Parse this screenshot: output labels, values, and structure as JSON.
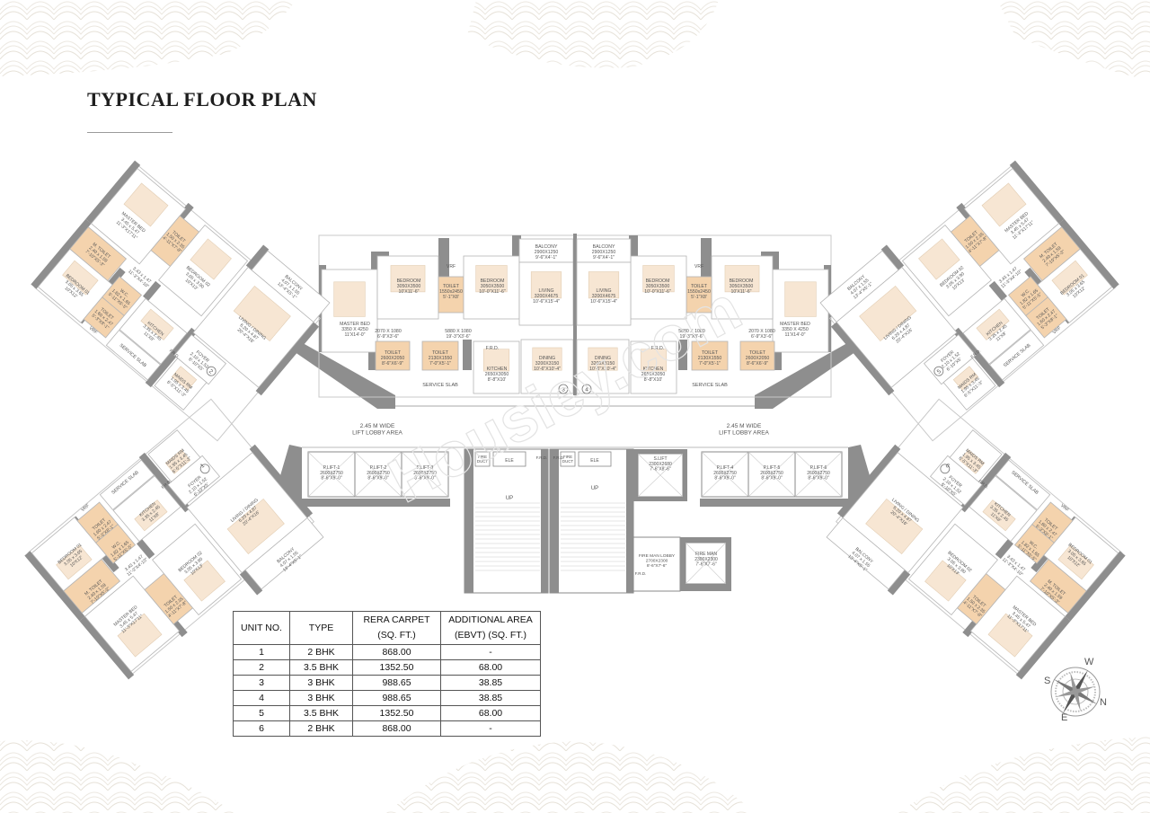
{
  "title": "TYPICAL FLOOR PLAN",
  "watermark": "Housiey.com",
  "colors": {
    "wall": "#8e8e8e",
    "wet_area": "#f4d3ad",
    "furniture": "#f7e6d3",
    "pattern": "#e6e1d8"
  },
  "lobby_labels": [
    {
      "line1": "2.45 M WIDE",
      "line2": "LIFT LOBBY AREA"
    },
    {
      "line1": "2.45 M WIDE",
      "line2": "LIFT LOBBY AREA"
    }
  ],
  "central_units": [
    {
      "number": "3",
      "rooms": [
        {
          "label": "MASTER BED",
          "dims": [
            "3350 X 4250",
            "11'X14'-0\""
          ]
        },
        {
          "label": "BEDROOM",
          "dims": [
            "3050X3500",
            "10'X11'-6\""
          ]
        },
        {
          "label": "TOILET",
          "dims": [
            "1550x2450",
            "5'-1\"X8'"
          ]
        },
        {
          "label": "BEDROOM",
          "dims": [
            "3050X3500",
            "10'-0\"X11'-6\""
          ]
        },
        {
          "label": "BALCONY",
          "dims": [
            "2900X1250",
            "9'-6\"X4'-1\""
          ]
        },
        {
          "label": "LIVING",
          "dims": [
            "3200X4675",
            "10'-6\"X15'-4\""
          ]
        },
        {
          "label": "TOILET",
          "dims": [
            "2600X2050",
            "8'-6\"X6'-9\""
          ]
        },
        {
          "label": "TOILET",
          "dims": [
            "2130X1550",
            "7'-0\"X5'-1\""
          ]
        },
        {
          "label": "KITCHEN",
          "dims": [
            "2650X3050",
            "8'-8\"X10'"
          ]
        },
        {
          "label": "DINING",
          "dims": [
            "3200X3150",
            "10'-6\"X10'-4\""
          ]
        }
      ],
      "passages": [
        {
          "dims": [
            "2070 X 1080",
            "6'-9\"X3'-6\""
          ]
        },
        {
          "dims": [
            "5880 X 1080",
            "19'-3\"X3'-6\""
          ]
        }
      ],
      "service_slab": "SERVICE SLAB",
      "frd": "F.R.D.",
      "vrf": "VRF"
    },
    {
      "number": "4",
      "rooms": [
        {
          "label": "MASTER BED",
          "dims": [
            "3350 X 4250",
            "11'X14'-0\""
          ]
        },
        {
          "label": "BEDROOM",
          "dims": [
            "3050X3500",
            "10'X11'-6\""
          ]
        },
        {
          "label": "TOILET",
          "dims": [
            "1550x2450",
            "5'-1\"X8'"
          ]
        },
        {
          "label": "BEDROOM",
          "dims": [
            "3050X3500",
            "10'-0\"X11'-6\""
          ]
        },
        {
          "label": "BALCONY",
          "dims": [
            "2900X1250",
            "9'-6\"X4'-1\""
          ]
        },
        {
          "label": "LIVING",
          "dims": [
            "3200X4675",
            "10'-6\"X15'-4\""
          ]
        },
        {
          "label": "TOILET",
          "dims": [
            "2600X2050",
            "8'-6\"X6'-9\""
          ]
        },
        {
          "label": "TOILET",
          "dims": [
            "2130X1550",
            "7'-0\"X5'-1\""
          ]
        },
        {
          "label": "KITCHEN",
          "dims": [
            "2650X3050",
            "8'-8\"X10'"
          ]
        },
        {
          "label": "DINING",
          "dims": [
            "3200X3150",
            "10'-6\"X10'-4\""
          ]
        }
      ],
      "passages": [
        {
          "dims": [
            "2070 X 1080",
            "6'-9\"X3'-6\""
          ]
        },
        {
          "dims": [
            "5880 X 1080",
            "19'-3\"X3'-6\""
          ]
        }
      ],
      "service_slab": "SERVICE SLAB",
      "frd": "F.R.D.",
      "vrf": "VRF"
    }
  ],
  "wing_units": [
    {
      "number": "2",
      "rooms": [
        {
          "label": "MASTER BED",
          "dims": [
            "3.45 x 5.47",
            "11'-3\"X17'11\""
          ]
        },
        {
          "label": "TOILET",
          "dims": [
            "1.50 x 2.35",
            "4'-11\"X7'-8\""
          ]
        },
        {
          "label": "BEDROOM 02",
          "dims": [
            "3.05 x 3.90",
            "10'X13'"
          ]
        },
        {
          "label": "BALCONY",
          "dims": [
            "4.07 x 1.55",
            "13'-4\"X5'-1\""
          ]
        },
        {
          "label": "LIVING / DINING",
          "dims": [
            "6.20 x 4.87",
            "20'-4\"X16'"
          ]
        },
        {
          "label": "M. TOILET",
          "dims": [
            "2.40 x 1.59",
            "7'-10\"X5'-3\""
          ]
        },
        {
          "label": "BEDROOM 01",
          "dims": [
            "3.05 x 3.65",
            "10'X12'"
          ]
        },
        {
          "label": "W.C.",
          "dims": [
            "1.82 x 1.65",
            "5'-11\"X5'-5\""
          ]
        },
        {
          "label": "TOILET",
          "dims": [
            "1.60 x 2.47",
            "5'-3\"X8'-1\""
          ]
        },
        {
          "label": "KITCHEN",
          "dims": [
            "3.35 x 2.45",
            "11'X8'"
          ]
        },
        {
          "label": "FOYER",
          "dims": [
            "2.10 x 1.52",
            "6'-10\"X5'"
          ]
        },
        {
          "label": "MAIDS RM",
          "dims": [
            "1.95 x 3.45",
            "6'-5\"X11'-3\""
          ]
        }
      ],
      "passages": [
        {
          "dims": [
            "3.43 x 1.47",
            "11'-3\"X4'-10\""
          ]
        }
      ],
      "service_slab": "SERVICE SLAB",
      "frd": "F.R.D.",
      "vrf": "VRF"
    },
    {
      "number": "1",
      "rooms": [
        {
          "label": "MASTER BED",
          "dims": [
            "3.45 x 5.47",
            "11'-3\"X17'11\""
          ]
        },
        {
          "label": "TOILET",
          "dims": [
            "1.50 x 2.35",
            "4'-11\"X7'-8\""
          ]
        },
        {
          "label": "BEDROOM 02",
          "dims": [
            "3.05 x 3.90",
            "10'X13'"
          ]
        },
        {
          "label": "BALCONY",
          "dims": [
            "4.07 x 1.55",
            "13'-4\"X5'-1\""
          ]
        },
        {
          "label": "LIVING / DINING",
          "dims": [
            "6.20 x 4.87",
            "20'-4\"X16'"
          ]
        },
        {
          "label": "M. TOILET",
          "dims": [
            "2.40 x 1.59",
            "7'-10\"X5'-3\""
          ]
        },
        {
          "label": "BEDROOM 01",
          "dims": [
            "3.05 x 3.65",
            "10'X12'"
          ]
        },
        {
          "label": "W.C.",
          "dims": [
            "1.82 x 1.65",
            "5'-11\"X5'-5\""
          ]
        },
        {
          "label": "TOILET",
          "dims": [
            "1.60 x 2.47",
            "5'-3\"X8'-1\""
          ]
        },
        {
          "label": "KITCHEN",
          "dims": [
            "3.35 x 2.45",
            "11'X8'"
          ]
        },
        {
          "label": "FOYER",
          "dims": [
            "2.10 x 1.52",
            "6'-10\"X5'"
          ]
        },
        {
          "label": "MAIDS RM",
          "dims": [
            "1.95 x 3.45",
            "6'-5\"X11'-3\""
          ]
        }
      ],
      "passages": [
        {
          "dims": [
            "3.43 x 1.47",
            "11'-3\"X4'-10\""
          ]
        }
      ],
      "service_slab": "SERVICE SLAB",
      "frd": "F.R.D.",
      "vrf": "VRF"
    },
    {
      "number": "5",
      "rooms": [
        {
          "label": "MASTER BED",
          "dims": [
            "3.45 x 5.47",
            "11'-3\"X17'11\""
          ]
        },
        {
          "label": "TOILET",
          "dims": [
            "1.50 x 2.35",
            "4'-11\"X7'-8\""
          ]
        },
        {
          "label": "BEDROOM 02",
          "dims": [
            "3.05 x 3.90",
            "10'X13'"
          ]
        },
        {
          "label": "BALCONY",
          "dims": [
            "4.07 x 1.55",
            "13'-4\"X5'-1\""
          ]
        },
        {
          "label": "LIVING / DINING",
          "dims": [
            "6.20 x 4.87",
            "20'-4\"X16'"
          ]
        },
        {
          "label": "M. TOILET",
          "dims": [
            "2.40 x 1.59",
            "7'-10\"X5'-3\""
          ]
        },
        {
          "label": "BEDROOM 01",
          "dims": [
            "3.05 x 3.65",
            "10'X12'"
          ]
        },
        {
          "label": "W.C.",
          "dims": [
            "1.82 x 1.65",
            "5'-11\"X5'-5\""
          ]
        },
        {
          "label": "TOILET",
          "dims": [
            "1.60 x 2.47",
            "5'-3\"X8'-1\""
          ]
        },
        {
          "label": "KITCHEN",
          "dims": [
            "3.35 x 2.45",
            "11'X8'"
          ]
        },
        {
          "label": "FOYER",
          "dims": [
            "2.10 x 1.52",
            "6'-10\"X5'"
          ]
        },
        {
          "label": "MAIDS RM",
          "dims": [
            "1.95 x 3.45",
            "6'-5\"X11'-3\""
          ]
        }
      ],
      "passages": [
        {
          "dims": [
            "3.43 x 1.47",
            "11'-3\"X4'-10\""
          ]
        }
      ],
      "service_slab": "SERVICE SLAB",
      "frd": "F.R.D.",
      "vrf": "VRF"
    },
    {
      "number": "6",
      "rooms": [
        {
          "label": "MASTER BED",
          "dims": [
            "3.45 x 5.47",
            "11'-3\"X17'11\""
          ]
        },
        {
          "label": "TOILET",
          "dims": [
            "1.50 x 2.35",
            "4'-11\"X7'-8\""
          ]
        },
        {
          "label": "BEDROOM 02",
          "dims": [
            "3.05 x 3.90",
            "10'X13'"
          ]
        },
        {
          "label": "BALCONY",
          "dims": [
            "4.07 x 1.55",
            "13'-4\"X5'-1\""
          ]
        },
        {
          "label": "LIVING / DINING",
          "dims": [
            "6.20 x 4.87",
            "20'-4\"X16'"
          ]
        },
        {
          "label": "M. TOILET",
          "dims": [
            "2.40 x 1.59",
            "7'-10\"X5'-3\""
          ]
        },
        {
          "label": "BEDROOM 01",
          "dims": [
            "3.05 x 3.65",
            "10'X12'"
          ]
        },
        {
          "label": "W.C.",
          "dims": [
            "1.82 x 1.65",
            "5'-11\"X5'-5\""
          ]
        },
        {
          "label": "TOILET",
          "dims": [
            "1.60 x 2.47",
            "5'-3\"X8'-1\""
          ]
        },
        {
          "label": "KITCHEN",
          "dims": [
            "3.35 x 2.45",
            "11'X8'"
          ]
        },
        {
          "label": "FOYER",
          "dims": [
            "2.10 x 1.52",
            "6'-10\"X5'"
          ]
        },
        {
          "label": "MAIDS RM",
          "dims": [
            "1.95 x 3.45",
            "6'-5\"X11'-3\""
          ]
        }
      ],
      "passages": [
        {
          "dims": [
            "3.43 x 1.47",
            "11'-3\"X4'-10\""
          ]
        }
      ],
      "service_slab": "SERVICE SLAB",
      "frd": "F.R.D.",
      "vrf": "VRF"
    }
  ],
  "core": {
    "lifts": [
      {
        "label": "P.LIFT-1",
        "dims": [
          "2600X2750",
          "8'-6\"X9'-0\""
        ]
      },
      {
        "label": "P.LIFT-2",
        "dims": [
          "2600X2750",
          "8'-6\"X9'-0\""
        ]
      },
      {
        "label": "P.LIFT-3",
        "dims": [
          "2600X2750",
          "8'-6\"X9'-0\""
        ]
      },
      {
        "label": "P.LIFT-4",
        "dims": [
          "2600X2750",
          "8'-6\"X9'-0\""
        ]
      },
      {
        "label": "P.LIFT-5",
        "dims": [
          "2600X2750",
          "8'-6\"X9'-0\""
        ]
      },
      {
        "label": "P.LIFT-6",
        "dims": [
          "2600X2750",
          "8'-6\"X9'-0\""
        ]
      }
    ],
    "service_lift": {
      "label": "S.LIFT",
      "dims": [
        "2300X2680",
        "7'-6\"X8'-6\""
      ]
    },
    "fireman_lobby": {
      "label": "FIRE MAN LOBBY",
      "dims": [
        "2700X2300",
        "8'-6\"X7'-6\""
      ]
    },
    "fireman_lift": {
      "label": "FIRE MAN",
      "dims": [
        "2300X2300",
        "7'-6\"X7'-6\""
      ]
    },
    "stairs": [
      {
        "up": "UP",
        "fire_duct": [
          "FIRE",
          "DUCT"
        ],
        "ele": "ELE",
        "frd": "F.R.D."
      },
      {
        "up": "UP",
        "fire_duct": [
          "FIRE",
          "DUCT"
        ],
        "ele": "ELE",
        "frd": "F.R.D."
      }
    ],
    "fireman_frd": "F.R.D."
  },
  "compass": {
    "n": "N",
    "s": "S",
    "e": "E",
    "w": "W"
  },
  "unit_table": {
    "headers": [
      "UNIT NO.",
      "TYPE",
      "RERA CARPET",
      "(SQ. FT.)",
      "ADDITIONAL AREA",
      "(EBVT) (SQ. FT.)"
    ],
    "rows": [
      [
        "1",
        "2 BHK",
        "868.00",
        "-"
      ],
      [
        "2",
        "3.5 BHK",
        "1352.50",
        "68.00"
      ],
      [
        "3",
        "3 BHK",
        "988.65",
        "38.85"
      ],
      [
        "4",
        "3 BHK",
        "988.65",
        "38.85"
      ],
      [
        "5",
        "3.5 BHK",
        "1352.50",
        "68.00"
      ],
      [
        "6",
        "2 BHK",
        "868.00",
        "-"
      ]
    ]
  }
}
